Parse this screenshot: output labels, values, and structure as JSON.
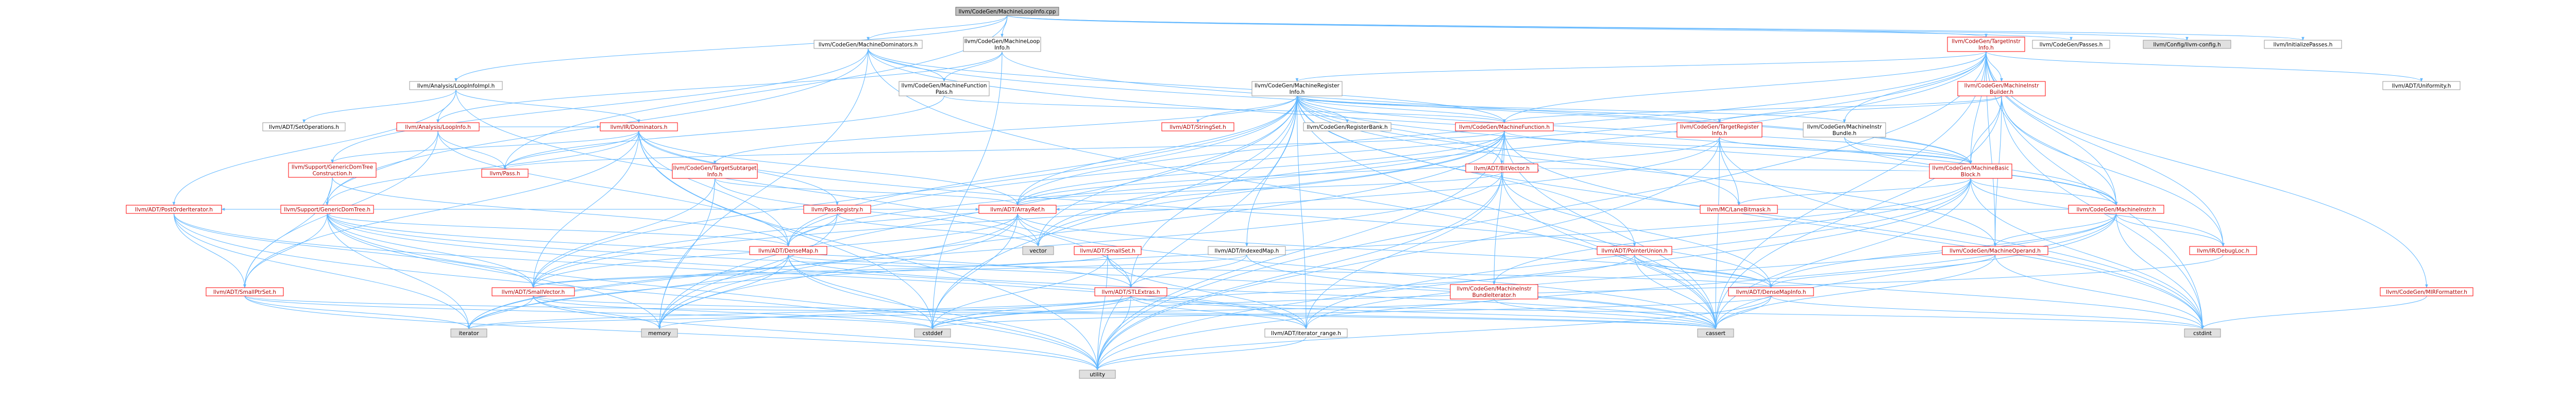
{
  "graph": {
    "edge_color": "#63b8ff",
    "node_border_color": "#999999",
    "highlight_border_color": "#ff0000",
    "root_fill": "#bfbfbf",
    "nodes": [
      {
        "id": "root",
        "lines": [
          "llvm/CodeGen/MachineLoopInfo.cpp"
        ],
        "style": "root"
      },
      {
        "id": "mdom",
        "lines": [
          "llvm/CodeGen/MachineDominators.h"
        ],
        "style": "plain"
      },
      {
        "id": "mloopinfo",
        "lines": [
          "llvm/CodeGen/MachineLoop",
          "Info.h"
        ],
        "style": "plain"
      },
      {
        "id": "passes",
        "lines": [
          "llvm/CodeGen/Passes.h"
        ],
        "style": "plain"
      },
      {
        "id": "tii",
        "lines": [
          "llvm/CodeGen/TargetInstr",
          "Info.h"
        ],
        "style": "red"
      },
      {
        "id": "config",
        "lines": [
          "llvm/Config/llvm-config.h"
        ],
        "style": "gray"
      },
      {
        "id": "initpasses",
        "lines": [
          "llvm/InitializePasses.h"
        ],
        "style": "plain"
      },
      {
        "id": "loopinfoimpl",
        "lines": [
          "llvm/Analysis/LoopInfoImpl.h"
        ],
        "style": "plain"
      },
      {
        "id": "mfpass",
        "lines": [
          "llvm/CodeGen/MachineFunction",
          "Pass.h"
        ],
        "style": "plain"
      },
      {
        "id": "mri",
        "lines": [
          "llvm/CodeGen/MachineRegister",
          "Info.h"
        ],
        "style": "plain"
      },
      {
        "id": "mib",
        "lines": [
          "llvm/CodeGen/MachineInstr",
          "Builder.h"
        ],
        "style": "red"
      },
      {
        "id": "uniformity",
        "lines": [
          "llvm/ADT/Uniformity.h"
        ],
        "style": "plain"
      },
      {
        "id": "setops",
        "lines": [
          "llvm/ADT/SetOperations.h"
        ],
        "style": "plain"
      },
      {
        "id": "loopinfo",
        "lines": [
          "llvm/Analysis/LoopInfo.h"
        ],
        "style": "red"
      },
      {
        "id": "irdom",
        "lines": [
          "llvm/IR/Dominators.h"
        ],
        "style": "red"
      },
      {
        "id": "stringset",
        "lines": [
          "llvm/ADT/StringSet.h"
        ],
        "style": "red"
      },
      {
        "id": "regbank",
        "lines": [
          "llvm/CodeGen/RegisterBank.h"
        ],
        "style": "plain"
      },
      {
        "id": "mf",
        "lines": [
          "llvm/CodeGen/MachineFunction.h"
        ],
        "style": "red"
      },
      {
        "id": "tri",
        "lines": [
          "llvm/CodeGen/TargetRegister",
          "Info.h"
        ],
        "style": "red"
      },
      {
        "id": "mibundle",
        "lines": [
          "llvm/CodeGen/MachineInstr",
          "Bundle.h"
        ],
        "style": "plain"
      },
      {
        "id": "gdtcons",
        "lines": [
          "llvm/Support/GenericDomTree",
          "Construction.h"
        ],
        "style": "red"
      },
      {
        "id": "pass",
        "lines": [
          "llvm/Pass.h"
        ],
        "style": "red"
      },
      {
        "id": "tsi",
        "lines": [
          "llvm/CodeGen/TargetSubtarget",
          "Info.h"
        ],
        "style": "red"
      },
      {
        "id": "bitvector",
        "lines": [
          "llvm/ADT/BitVector.h"
        ],
        "style": "red"
      },
      {
        "id": "mbb",
        "lines": [
          "llvm/CodeGen/MachineBasic",
          "Block.h"
        ],
        "style": "red"
      },
      {
        "id": "postorder",
        "lines": [
          "llvm/ADT/PostOrderIterator.h"
        ],
        "style": "red"
      },
      {
        "id": "gdt",
        "lines": [
          "llvm/Support/GenericDomTree.h"
        ],
        "style": "red"
      },
      {
        "id": "passreg",
        "lines": [
          "llvm/PassRegistry.h"
        ],
        "style": "red"
      },
      {
        "id": "arrayref",
        "lines": [
          "llvm/ADT/ArrayRef.h"
        ],
        "style": "red"
      },
      {
        "id": "lanebitmask",
        "lines": [
          "llvm/MC/LaneBitmask.h"
        ],
        "style": "red"
      },
      {
        "id": "minstr",
        "lines": [
          "llvm/CodeGen/MachineInstr.h"
        ],
        "style": "red"
      },
      {
        "id": "ptrunion",
        "lines": [
          "llvm/ADT/PointerUnion.h"
        ],
        "style": "red"
      },
      {
        "id": "densemap",
        "lines": [
          "llvm/ADT/DenseMap.h"
        ],
        "style": "red"
      },
      {
        "id": "vector",
        "lines": [
          "vector"
        ],
        "style": "gray"
      },
      {
        "id": "smallset",
        "lines": [
          "llvm/ADT/SmallSet.h"
        ],
        "style": "red"
      },
      {
        "id": "indexedmap",
        "lines": [
          "llvm/ADT/IndexedMap.h"
        ],
        "style": "plain"
      },
      {
        "id": "mo",
        "lines": [
          "llvm/CodeGen/MachineOperand.h"
        ],
        "style": "red"
      },
      {
        "id": "debugloc",
        "lines": [
          "llvm/IR/DebugLoc.h"
        ],
        "style": "red"
      },
      {
        "id": "smallptrset",
        "lines": [
          "llvm/ADT/SmallPtrSet.h"
        ],
        "style": "red"
      },
      {
        "id": "smallvector",
        "lines": [
          "llvm/ADT/SmallVector.h"
        ],
        "style": "red"
      },
      {
        "id": "stlextras",
        "lines": [
          "llvm/ADT/STLExtras.h"
        ],
        "style": "red"
      },
      {
        "id": "mibiter",
        "lines": [
          "llvm/CodeGen/MachineInstr",
          "BundleIterator.h"
        ],
        "style": "red"
      },
      {
        "id": "densemapinfo",
        "lines": [
          "llvm/ADT/DenseMapInfo.h"
        ],
        "style": "red"
      },
      {
        "id": "mirfmt",
        "lines": [
          "llvm/CodeGen/MIRFormatter.h"
        ],
        "style": "red"
      },
      {
        "id": "iterator",
        "lines": [
          "iterator"
        ],
        "style": "gray"
      },
      {
        "id": "memory",
        "lines": [
          "memory"
        ],
        "style": "gray"
      },
      {
        "id": "cstddef",
        "lines": [
          "cstddef"
        ],
        "style": "gray"
      },
      {
        "id": "iterrange",
        "lines": [
          "llvm/ADT/iterator_range.h"
        ],
        "style": "plain"
      },
      {
        "id": "cassert",
        "lines": [
          "cassert"
        ],
        "style": "gray"
      },
      {
        "id": "cstdint",
        "lines": [
          "cstdint"
        ],
        "style": "gray"
      },
      {
        "id": "utility",
        "lines": [
          "utility"
        ],
        "style": "gray"
      }
    ]
  }
}
